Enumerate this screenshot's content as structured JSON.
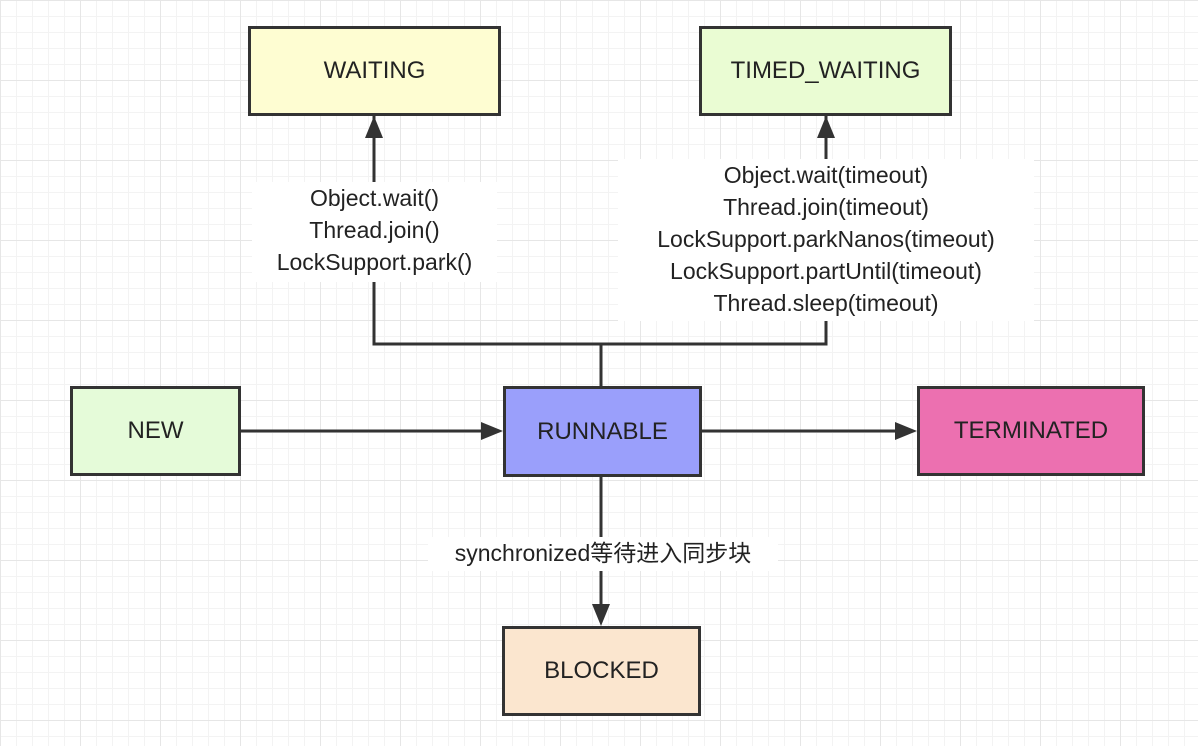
{
  "nodes": {
    "waiting": {
      "label": "WAITING",
      "color": "#fefdd2"
    },
    "timed_waiting": {
      "label": "TIMED_WAITING",
      "color": "#eafcd3"
    },
    "new": {
      "label": "NEW",
      "color": "#e5fbd9"
    },
    "runnable": {
      "label": "RUNNABLE",
      "color": "#9a9ffb"
    },
    "terminated": {
      "label": "TERMINATED",
      "color": "#ec70b0"
    },
    "blocked": {
      "label": "BLOCKED",
      "color": "#fbe6cf"
    }
  },
  "edges": {
    "to_waiting": {
      "lines": [
        "Object.wait()",
        "Thread.join()",
        "LockSupport.park()"
      ]
    },
    "to_timed_waiting": {
      "lines": [
        "Object.wait(timeout)",
        "Thread.join(timeout)",
        "LockSupport.parkNanos(timeout)",
        "LockSupport.partUntil(timeout)",
        "Thread.sleep(timeout)"
      ]
    },
    "to_blocked": {
      "label": "synchronized等待进入同步块"
    }
  },
  "colors": {
    "line": "#333333",
    "grid": "#e6e6e6"
  }
}
